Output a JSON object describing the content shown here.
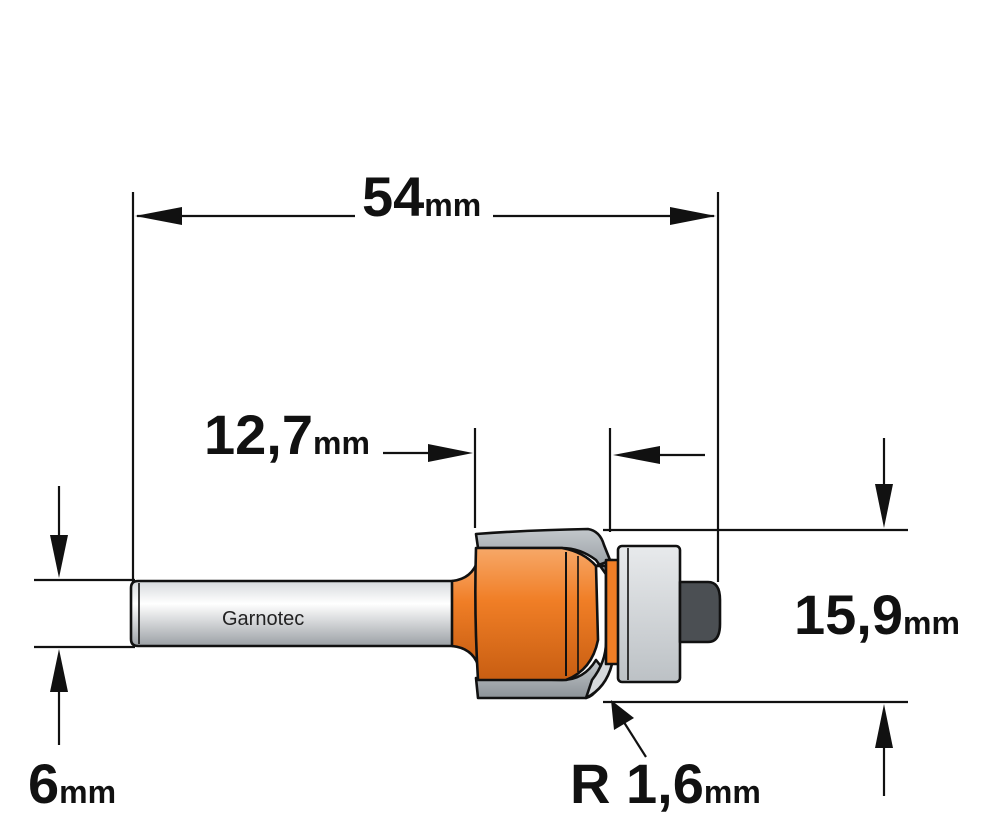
{
  "dimensions": {
    "overall_length": {
      "value": "54",
      "unit": "mm"
    },
    "cutting_length": {
      "value": "12,7",
      "unit": "mm"
    },
    "cutting_diameter": {
      "value": "15,9",
      "unit": "mm"
    },
    "shank_diameter": {
      "value": "6",
      "unit": "mm"
    },
    "radius": {
      "value": "R 1,6",
      "unit": "mm"
    }
  },
  "shank_brand": "Garnotec",
  "colors": {
    "line": "#111111",
    "cutter_orange": "#F07E26",
    "steel_gray": "#9CA3A8",
    "bearing_light": "#D2D5D8",
    "bearing_dark": "#4B4F53"
  }
}
